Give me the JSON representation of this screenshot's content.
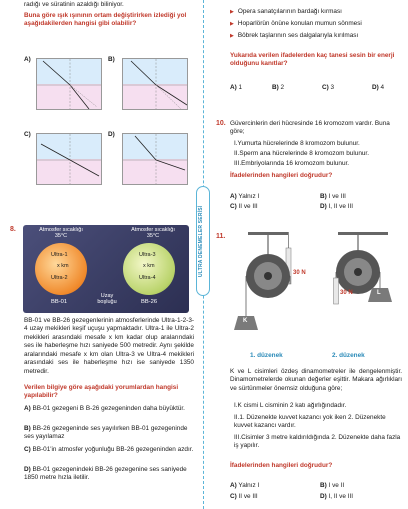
{
  "left": {
    "top_line": "radığı ve süratinin azaldığı biliniyor.",
    "q_prompt": "Buna göre ışık ışınının ortam değiştirirken izlediği yol aşağıdakilerden hangisi gibi olabilir?",
    "panel_labels": [
      "A)",
      "B)",
      "C)",
      "D)"
    ],
    "q8": {
      "number": "8.",
      "atm_left": "Atmosfer sıcaklığı 35°C",
      "atm_right": "Atmosfer sıcaklığı 35°C",
      "ultra1": "Ultra-1",
      "ultra2": "Ultra-2",
      "ultra3": "Ultra-3",
      "ultra4": "Ultra-4",
      "xkm_left": "x km",
      "xkm_right": "x km",
      "bb01": "BB-01",
      "bb26": "BB-26",
      "space": "Uzay boşluğu",
      "body": "BB-01 ve BB-26 gezegenlerinin atmosferlerinde Ultra-1-2-3-4 uzay mekikleri keşif uçuşu yapmaktadır. Ultra-1 ile Ultra-2 mekikleri arasındaki mesafe x km kadar olup aralarındaki ses ile haberleşme hızı saniyede 500 metredir. Aynı şekilde aralarındaki mesafe x km olan Ultra-3 ve Ultra-4 mekikleri arasındaki ses ile haberleşme hızı ise saniyede 1350 metredir.",
      "question": "Verilen bilgiye göre aşağıdaki yorumlardan hangisi yapılabilir?",
      "options": [
        {
          "l": "A)",
          "t": "BB-01 gezegeni B B-26 gezegeninden daha büyüktür."
        },
        {
          "l": "B)",
          "t": "BB-26 gezegeninde ses yayılırken BB-01 gezegeninde ses yayılamaz"
        },
        {
          "l": "C)",
          "t": "BB-01'in atmosfer yoğunluğu BB-26 gezegeninden azdır."
        },
        {
          "l": "D)",
          "t": "BB-01 gezegenindeki BB-26 gezegenine ses saniyede 1850 metre hızla iletilir."
        }
      ]
    }
  },
  "right": {
    "bullets": [
      "Opera sanatçılarının bardağı kırması",
      "Hoparlörün önüne konulan mumun sönmesi",
      "Böbrek taşlarının ses dalgalarıyla kırılması"
    ],
    "q_prompt": "Yukarıda verilen ifadelerden kaç tanesi sesin bir enerji olduğunu kanıtlar?",
    "counts": [
      {
        "l": "A)",
        "t": "1"
      },
      {
        "l": "B)",
        "t": "2"
      },
      {
        "l": "C)",
        "t": "3"
      },
      {
        "l": "D)",
        "t": "4"
      }
    ],
    "q10": {
      "number": "10.",
      "intro": "Güvercinlerin deri hücresinde 16 kromozom vardır. Buna göre;",
      "items": [
        "I.Yumurta hücrelerinde 8 kromozom bulunur.",
        "II.Sperm ana hücrelerinde 8 kromozom bulunur.",
        "III.Embriyolarında 16 kromozom bulunur."
      ],
      "question": "İfadelerinden hangileri doğrudur?",
      "options": [
        {
          "l": "A)",
          "t": "Yalnız I"
        },
        {
          "l": "B)",
          "t": "I ve III"
        },
        {
          "l": "C)",
          "t": "II ve III"
        },
        {
          "l": "D)",
          "t": "I, II ve III"
        }
      ]
    },
    "q11": {
      "number": "11.",
      "force1": "30 N",
      "force2": "30 N",
      "weight_k": "K",
      "weight_l": "L",
      "setup1": "1. düzenek",
      "setup2": "2. düzenek",
      "body": "K ve L cisimleri özdeş dinamometreler ile dengelenmiştir. Dinamometrelerde okunan değerler eşittir. Makara ağırlıkları ve sürtünmeler önemsiz olduğuna göre;",
      "items": [
        "I.K cismi L cisminin 2 katı ağırlığındadır.",
        "II.1. Düzenekte kuvvet kazancı yok iken 2. Düzenekte kuvvet kazancı vardır.",
        "III.Cisimler 3 metre kaldırıldığında 2. Düzenekte daha fazla iş yapılır."
      ],
      "question": "İfadelerinden hangileri doğrudur?",
      "options": [
        {
          "l": "A)",
          "t": "Yalnız I"
        },
        {
          "l": "B)",
          "t": "I ve II"
        },
        {
          "l": "C)",
          "t": "II ve III"
        },
        {
          "l": "D)",
          "t": "I, II ve III"
        }
      ]
    }
  },
  "side_label": "ULTRA DENEMELER SERİSİ",
  "colors": {
    "accent_red": "#c0392b",
    "accent_blue": "#2a8ab8",
    "top_medium": "#d9ecfb",
    "bottom_medium": "#f6dff0"
  }
}
